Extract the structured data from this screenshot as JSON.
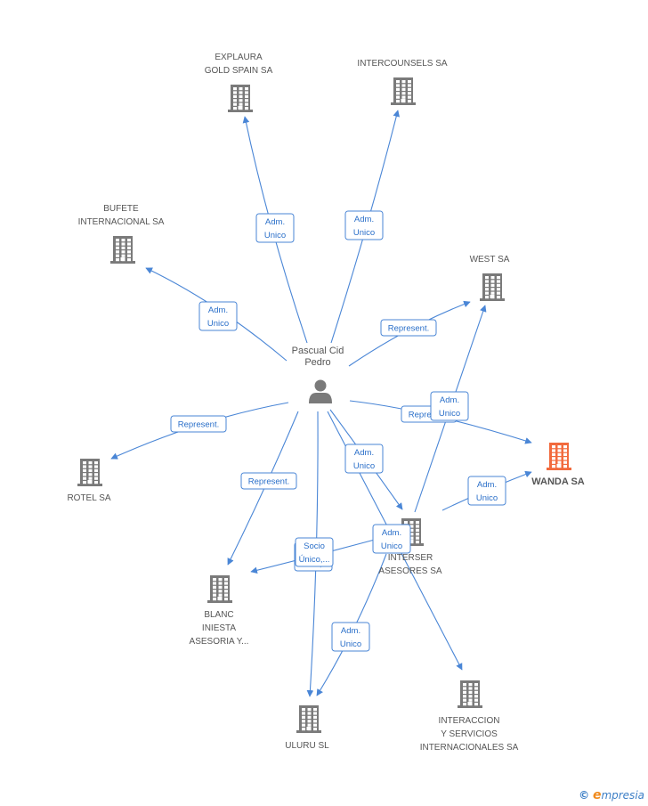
{
  "diagram": {
    "person": {
      "id": "p",
      "lines": [
        "Pascual Cid",
        "Pedro"
      ]
    },
    "companies": [
      {
        "id": "explaura",
        "lines": [
          "EXPLAURA",
          "GOLD SPAIN SA"
        ],
        "focus": false
      },
      {
        "id": "intercounsels",
        "lines": [
          "INTERCOUNSELS SA"
        ],
        "focus": false
      },
      {
        "id": "bufete",
        "lines": [
          "BUFETE",
          "INTERNACIONAL SA"
        ],
        "focus": false
      },
      {
        "id": "west",
        "lines": [
          "WEST SA"
        ],
        "focus": false
      },
      {
        "id": "wanda",
        "lines": [
          "WANDA SA"
        ],
        "focus": true
      },
      {
        "id": "rotel",
        "lines": [
          "ROTEL SA"
        ],
        "focus": false
      },
      {
        "id": "interser",
        "lines": [
          "INTERSER",
          "ASESORES SA"
        ],
        "focus": false
      },
      {
        "id": "blanc",
        "lines": [
          "BLANC",
          "INIESTA",
          "ASESORIA Y..."
        ],
        "focus": false
      },
      {
        "id": "uluru",
        "lines": [
          "ULURU SL"
        ],
        "focus": false
      },
      {
        "id": "interaccion",
        "lines": [
          "INTERACCION",
          "Y SERVICIOS",
          "INTERNACIONALES SA"
        ],
        "focus": false
      }
    ],
    "edges": [
      {
        "id": "e1",
        "from": "p",
        "to": "explaura",
        "label": [
          "Adm.",
          "Unico"
        ]
      },
      {
        "id": "e2",
        "from": "p",
        "to": "intercounsels",
        "label": [
          "Adm.",
          "Unico"
        ]
      },
      {
        "id": "e3",
        "from": "p",
        "to": "bufete",
        "label": [
          "Adm.",
          "Unico"
        ]
      },
      {
        "id": "e4",
        "from": "p",
        "to": "west",
        "label": [
          "Represent."
        ]
      },
      {
        "id": "e5",
        "from": "p",
        "to": "wanda",
        "label": [
          "Represent."
        ]
      },
      {
        "id": "e6",
        "from": "p",
        "to": "rotel",
        "label": [
          "Represent."
        ]
      },
      {
        "id": "e7",
        "from": "p",
        "to": "blanc",
        "label": [
          "Represent."
        ]
      },
      {
        "id": "e8",
        "from": "p",
        "to": "interser",
        "label": [
          "Adm.",
          "Unico"
        ]
      },
      {
        "id": "e9",
        "from": "p",
        "to": "uluru",
        "label": [
          "Socio",
          "Único,..."
        ]
      },
      {
        "id": "e10",
        "from": "p",
        "to": "interaccion",
        "label": [
          "Adm.",
          "Unico"
        ]
      },
      {
        "id": "e11",
        "from": "interser",
        "to": "west",
        "label": [
          "Adm.",
          "Unico"
        ]
      },
      {
        "id": "e12",
        "from": "interser",
        "to": "wanda",
        "label": [
          "Adm.",
          "Unico"
        ]
      },
      {
        "id": "e13",
        "from": "interser",
        "to": "blanc",
        "label": [
          "Socio",
          "Único,..."
        ]
      },
      {
        "id": "e14",
        "from": "interser",
        "to": "uluru",
        "label": [
          "Adm.",
          "Unico"
        ]
      }
    ]
  },
  "colors": {
    "edge": "#4a86d6",
    "building": "#7a7a7a",
    "focus_building": "#f26a3d",
    "person": "#7a7a7a"
  },
  "footer": {
    "copyright": "©",
    "brand_initial": "e",
    "brand_rest": "mpresia"
  }
}
